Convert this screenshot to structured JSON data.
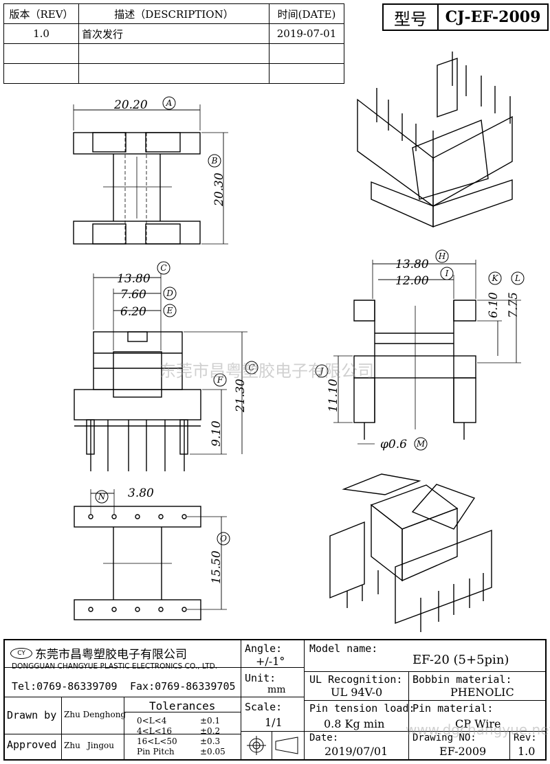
{
  "revision_table": {
    "headers": [
      "版本（REV）",
      "描述（DESCRIPTION）",
      "时间(DATE)"
    ],
    "rows": [
      [
        "1.0",
        "首次发行",
        "2019-07-01"
      ],
      [
        "",
        "",
        ""
      ],
      [
        "",
        "",
        ""
      ]
    ]
  },
  "model_box": {
    "label": "型号",
    "value": "CJ-EF-2009"
  },
  "dimensions": {
    "A": "20.20",
    "B": "20.30",
    "C": "13.80",
    "D": "7.60",
    "E": "6.20",
    "F": "9.10",
    "C2": "21.30",
    "H": "13.80",
    "I": "12.00",
    "K": "6.10",
    "L": "7.75",
    "J": "11.10",
    "M": "φ0.6",
    "N": "3.80",
    "O": "15.50"
  },
  "dimension_letters": [
    "A",
    "B",
    "C",
    "D",
    "E",
    "F",
    "C",
    "H",
    "I",
    "K",
    "L",
    "J",
    "M",
    "N",
    "O"
  ],
  "watermark_cn": "东莞市昌粤塑胶电子有限公司",
  "watermark_url": "www.dgchangyue.net",
  "title_block": {
    "company_cn": "东莞市昌粤塑胶电子有限公司",
    "company_en": "DONGGUAN CHANGYUE PLASTIC ELECTRONICS CO., LTD.",
    "tel": "Tel:0769-86339709",
    "fax": "Fax:0769-86339705",
    "drawn_by_label": "Drawn by",
    "drawn_by": "Zhu Denghong",
    "approved_label": "Approved",
    "approved_by_1": "Zhu",
    "approved_by_2": "Jingou",
    "tolerances_label": "Tolerances",
    "tolerances": [
      {
        "range": "0<L<4",
        "tol": "±0.1"
      },
      {
        "range": "4<L<16",
        "tol": "±0.2"
      },
      {
        "range": "16<L<50",
        "tol": "±0.3"
      },
      {
        "range": "Pin Pitch",
        "tol": "±0.05"
      }
    ],
    "angle_label": "Angle:",
    "angle": "+/-1°",
    "unit_label": "Unit:",
    "unit": "mm",
    "scale_label": "Scale:",
    "scale": "1/1",
    "model_name_label": "Model name:",
    "model_name": "EF-20 (5+5pin)",
    "ul_label": "UL Recognition:",
    "ul": "UL 94V-0",
    "bobbin_label": "Bobbin material:",
    "bobbin": "PHENOLIC",
    "pin_tension_label": "Pin tension load:",
    "pin_tension": "0.8 Kg min",
    "pin_material_label": "Pin material:",
    "pin_material": "CP Wire",
    "date_label": "Date:",
    "date": "2019/07/01",
    "drawing_no_label": "Drawing NO:",
    "drawing_no": "EF-2009",
    "rev_label": "Rev:",
    "rev": "1.0"
  }
}
